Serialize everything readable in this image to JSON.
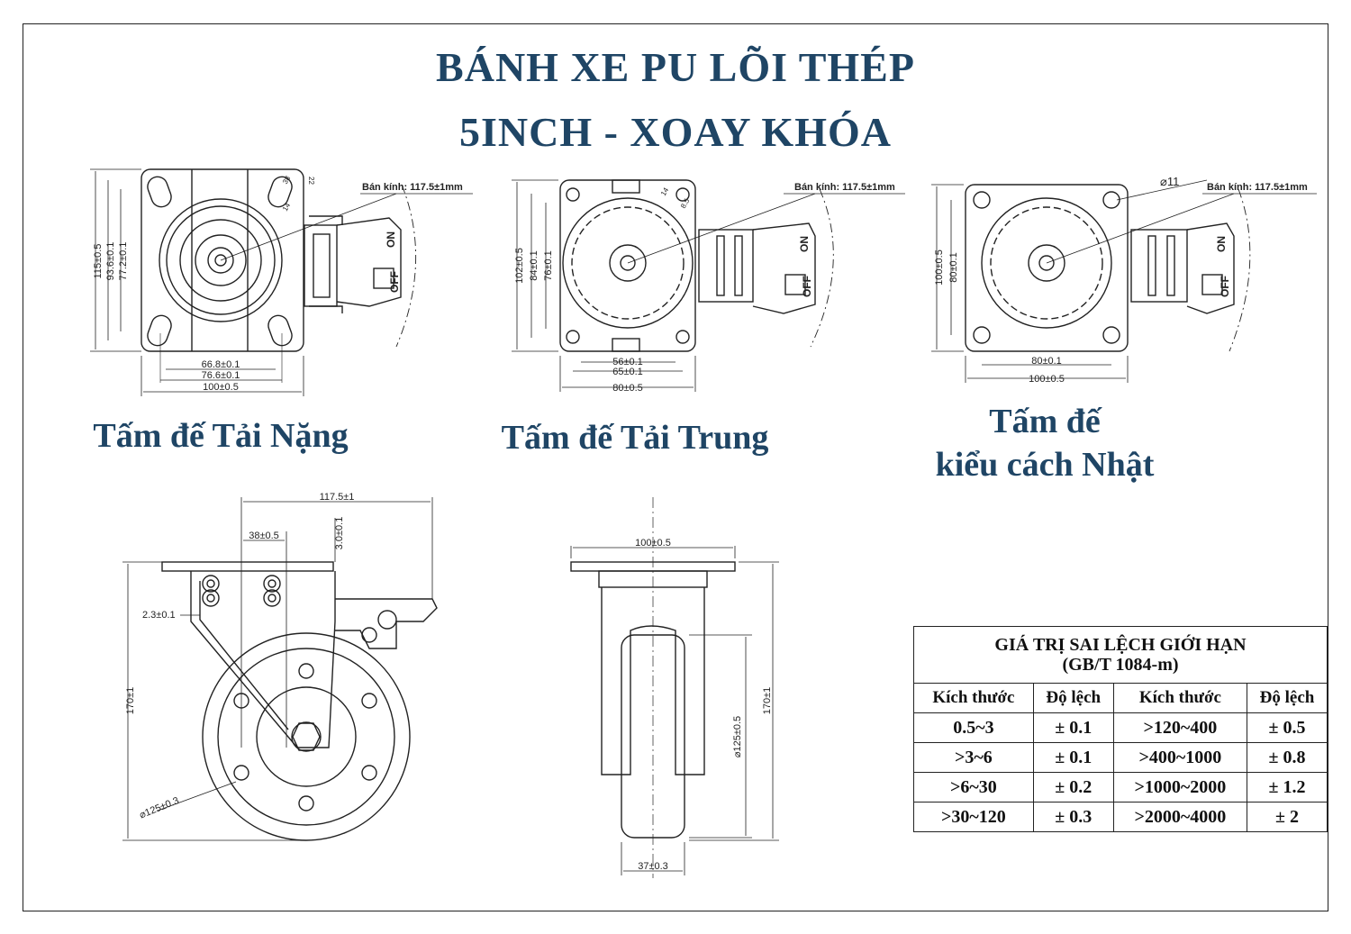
{
  "title": {
    "line1": "BÁNH XE PU LÕI THÉP",
    "line2": "5INCH - XOAY KHÓA"
  },
  "captions": {
    "heavy": "Tấm đế Tải Nặng",
    "medium": "Tấm đế Tải Trung",
    "japan_line1": "Tấm đế",
    "japan_line2": "kiểu cách Nhật"
  },
  "plate_heavy": {
    "radius": "Bán kính: 117.5±1mm",
    "h_outer": "115±0.5",
    "h_mid": "93.6±0.1",
    "h_inner": "77.2±0.1",
    "w_inner": "66.8±0.1",
    "w_mid": "76.6±0.1",
    "w_outer": "100±0.5",
    "slot_a": "38",
    "slot_b": "14",
    "slot_c": "22",
    "on": "ON",
    "off": "OFF"
  },
  "plate_medium": {
    "radius": "Bán kính: 117.5±1mm",
    "h_outer": "102±0.5",
    "h_mid": "84±0.1",
    "h_inner": "76±0.1",
    "w_inner": "56±0.1",
    "w_mid": "65±0.1",
    "w_outer": "80±0.5",
    "slot_a": "14",
    "slot_b": "8.5",
    "on": "ON",
    "off": "OFF"
  },
  "plate_japan": {
    "radius": "Bán kính: 117.5±1mm",
    "hole": "⌀11",
    "h_outer": "100±0.5",
    "h_inner": "80±0.1",
    "w_inner": "80±0.1",
    "w_outer": "100±0.5",
    "on": "ON",
    "off": "OFF"
  },
  "side_view": {
    "swivel": "117.5±1",
    "offset": "38±0.5",
    "plate_t": "3.0±0.1",
    "bracket_t": "2.3±0.1",
    "height": "170±1",
    "diameter": "⌀125±0.3"
  },
  "front_view": {
    "plate_w": "100±0.5",
    "diameter": "⌀125±0.5",
    "height": "170±1",
    "width": "37±0.3"
  },
  "tolerance_table": {
    "title_line1": "GIÁ TRỊ SAI LỆCH GIỚI HẠN",
    "title_line2": "(GB/T 1084-m)",
    "headers": [
      "Kích thước",
      "Độ lệch",
      "Kích thước",
      "Độ lệch"
    ],
    "rows": [
      [
        "0.5~3",
        "± 0.1",
        ">120~400",
        "± 0.5"
      ],
      [
        ">3~6",
        "± 0.1",
        ">400~1000",
        "± 0.8"
      ],
      [
        ">6~30",
        "± 0.2",
        ">1000~2000",
        "± 1.2"
      ],
      [
        ">30~120",
        "± 0.3",
        ">2000~4000",
        "± 2"
      ]
    ]
  }
}
